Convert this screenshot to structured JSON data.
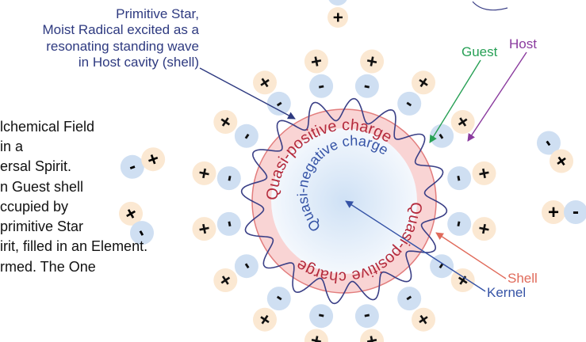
{
  "labels": {
    "primitive_star": [
      "Primitive Star,",
      "Moist Radical excited as a",
      "resonating standing wave",
      "in Host cavity (shell)"
    ],
    "guest": "Guest",
    "host": "Host",
    "shell": "Shell",
    "kernel": "Kernel",
    "quasi_positive_top": "Quasi-positive charge",
    "quasi_positive_bottom": "Quasi-positive charge",
    "quasi_negative": "Quasi-negative charge"
  },
  "left_text_lines": [
    "lchemical Field",
    "in a",
    "ersal Spirit.",
    "n Guest shell",
    "ccupied by",
    "primitive Star",
    "irit, filled in an Element.",
    "rmed. The One"
  ],
  "symbols": {
    "plus": "+",
    "minus": "-"
  },
  "colors": {
    "navy": "#2e3a80",
    "kernel_blue": "#3553a6",
    "quasi_red": "#b42a3c",
    "guest_green": "#27a055",
    "host_purple": "#8a3a9e",
    "shell_salmon": "#e06a5a",
    "dipole_blue": "#cfdff2",
    "dipole_orange": "#fbe8d2"
  }
}
